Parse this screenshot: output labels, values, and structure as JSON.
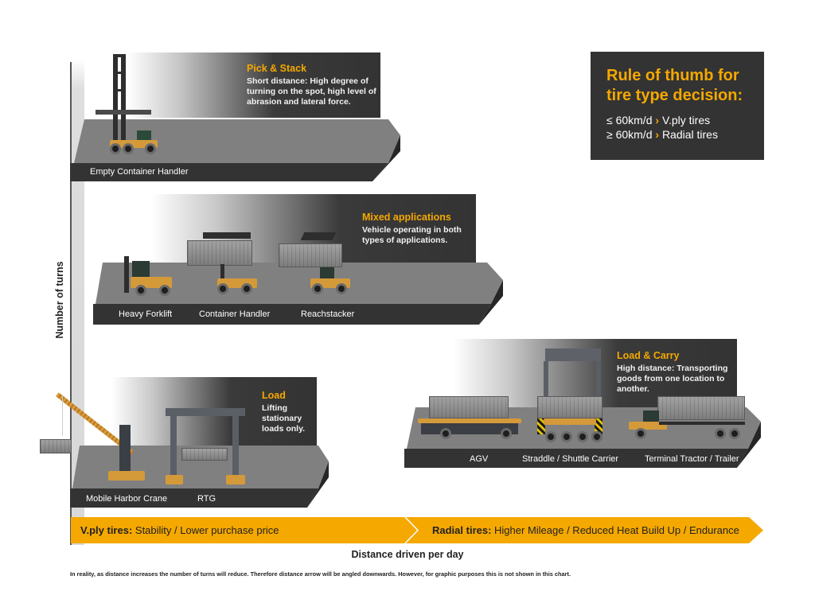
{
  "axes": {
    "y_label": "Number of turns",
    "x_label": "Distance driven per day"
  },
  "rule_box": {
    "title_line1": "Rule of thumb for",
    "title_line2": "tire type decision:",
    "lines": [
      {
        "condition": "≤ 60km/d",
        "chevron": "›",
        "result": "V.ply tires"
      },
      {
        "condition": "≥ 60km/d",
        "chevron": "›",
        "result": "Radial tires"
      }
    ]
  },
  "sections": [
    {
      "id": "pick-stack",
      "title": "Pick & Stack",
      "description": "Short distance: High degree of turning on the spot, high level of abrasion and lateral force.",
      "vehicles": [
        "Empty Container Handler"
      ]
    },
    {
      "id": "mixed",
      "title": "Mixed applications",
      "description": "Vehicle operating in both types of applications.",
      "vehicles": [
        "Heavy Forklift",
        "Container Handler",
        "Reachstacker"
      ]
    },
    {
      "id": "load",
      "title": "Load",
      "description": "Lifting stationary loads only.",
      "vehicles": [
        "Mobile Harbor Crane",
        "RTG"
      ]
    },
    {
      "id": "load-carry",
      "title": "Load & Carry",
      "description": "High distance: Transporting goods from one location to another.",
      "vehicles": [
        "AGV",
        "Straddle / Shuttle Carrier",
        "Terminal Tractor / Trailer"
      ]
    }
  ],
  "arrow": {
    "left": {
      "bold": "V.ply tires:",
      "text": " Stability / Lower purchase price"
    },
    "right": {
      "bold": "Radial tires:",
      "text": " Higher Mileage / Reduced Heat Build Up / Endurance"
    }
  },
  "footnote": "In reality, as distance increases the number of turns will reduce. Therefore distance arrow will be angled downwards. However, for graphic purposes this is not shown in this chart.",
  "colors": {
    "accent": "#f5a800",
    "panel": "#333333",
    "floor": "#7f7f7f",
    "arrow": "#f5a800"
  }
}
